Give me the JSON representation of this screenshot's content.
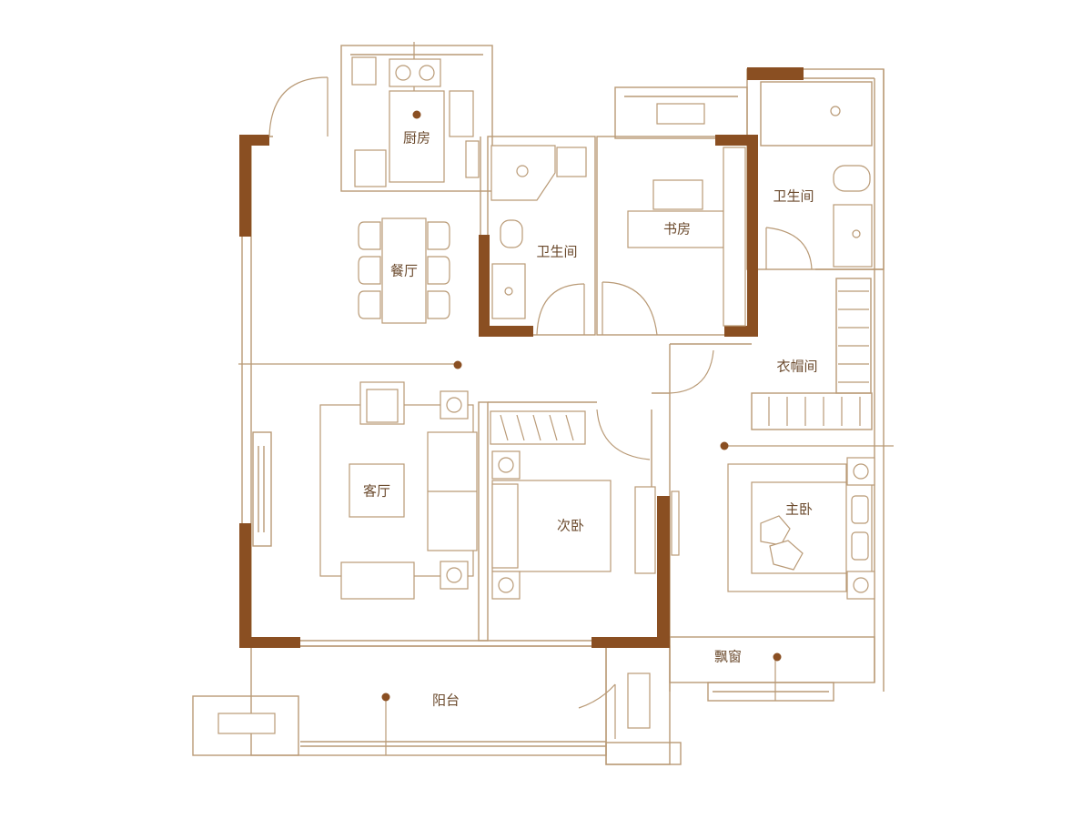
{
  "colors": {
    "wall": "#8a4f22",
    "line": "#b99a76",
    "text": "#6b4a2d",
    "background": "#ffffff"
  },
  "rooms": {
    "kitchen": "厨房",
    "dining": "餐厅",
    "bathroom_small": "卫生间",
    "study": "书房",
    "bathroom_master": "卫生间",
    "cloakroom": "衣帽间",
    "living": "客厅",
    "second_bedroom": "次卧",
    "master_bedroom": "主卧",
    "bay_window": "飘窗",
    "balcony": "阳台"
  }
}
